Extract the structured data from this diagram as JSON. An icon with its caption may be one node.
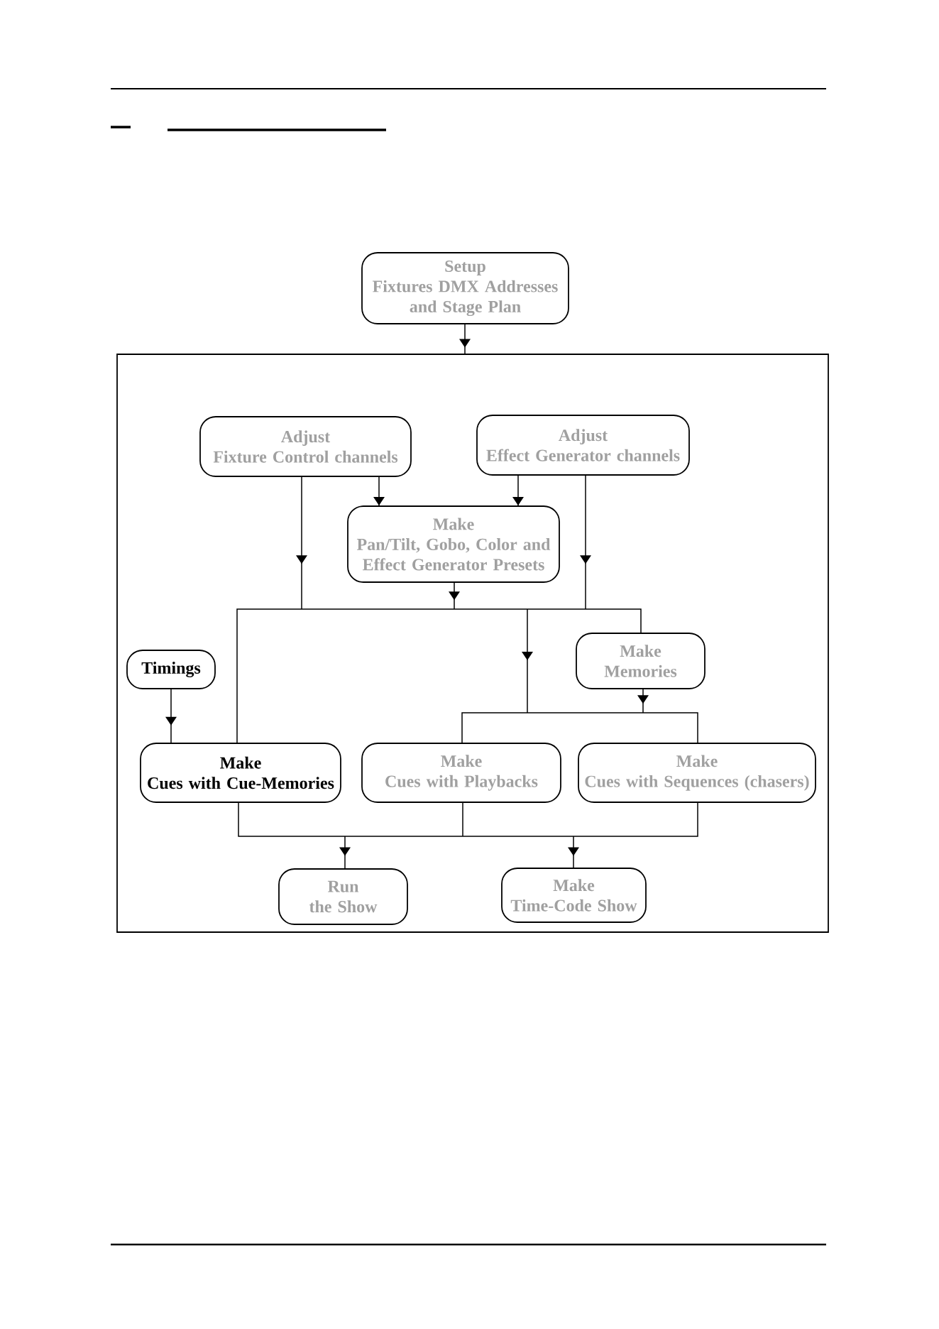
{
  "diagram": {
    "nodes": [
      {
        "text": [
          "Setup",
          "Fixtures DMX Addresses and Stage Plan"
        ]
      },
      {
        "text": [],
        "shape": "box"
      },
      {
        "text": [
          "Adjust",
          "Fixture Control channels"
        ],
        "in": 1
      },
      {
        "text": [
          "Adjust",
          "Effect Generator channels"
        ],
        "in": 1
      },
      {
        "text": [
          "Make",
          "Pan/Tilt, Gobo, Color and Effect Generator Presets"
        ],
        "in": 1
      },
      {
        "text": [
          "Make",
          "Memories"
        ],
        "in": 1
      },
      {
        "text": [
          "Timings"
        ],
        "in": 1
      },
      {
        "text": [
          "Make",
          "Cues with Cue-Memories"
        ],
        "in": 1
      },
      {
        "text": [
          "Make",
          "Cues with Playbacks"
        ],
        "in": 1
      },
      {
        "text": [
          "Make",
          "Cues with Sequences (chasers)"
        ],
        "in": 1
      },
      {
        "text": [
          "Run",
          "the Show"
        ],
        "in": 1
      },
      {
        "text": [
          "Make",
          "Time-Code Show"
        ],
        "in": 1
      }
    ],
    "edges": [
      {
        "from": 0,
        "to": 1,
        "arrow": "to"
      },
      {
        "from": 2,
        "to": 4,
        "arrow": "to"
      },
      {
        "from": 3,
        "to": 4,
        "arrow": "to"
      },
      {
        "from": 2,
        "to": 7,
        "arrow": "to"
      },
      {
        "from": 2,
        "to": 5,
        "arrow": "to"
      },
      {
        "from": 2,
        "to": 8,
        "arrow": "to"
      },
      {
        "from": 2,
        "to": 9,
        "arrow": "to"
      },
      {
        "from": 3,
        "to": 7,
        "arrow": "to"
      },
      {
        "from": 3,
        "to": 5,
        "arrow": "to"
      },
      {
        "from": 3,
        "to": 8,
        "arrow": "to"
      },
      {
        "from": 3,
        "to": 9,
        "arrow": "to"
      },
      {
        "from": 4,
        "to": 7,
        "arrow": "to"
      },
      {
        "from": 4,
        "to": 5,
        "arrow": "to"
      },
      {
        "from": 4,
        "to": 8,
        "arrow": "to"
      },
      {
        "from": 4,
        "to": 9,
        "arrow": "to"
      },
      {
        "from": 5,
        "to": 8,
        "arrow": "to"
      },
      {
        "from": 5,
        "to": 9,
        "arrow": "to"
      },
      {
        "from": 6,
        "to": 7,
        "arrow": "to"
      },
      {
        "from": 7,
        "to": 10,
        "arrow": "to"
      },
      {
        "from": 7,
        "to": 11,
        "arrow": "to"
      },
      {
        "from": 8,
        "to": 10,
        "arrow": "to"
      },
      {
        "from": 8,
        "to": 11,
        "arrow": "to"
      },
      {
        "from": 9,
        "to": 10,
        "arrow": "to"
      },
      {
        "from": 9,
        "to": 11,
        "arrow": "to"
      }
    ]
  }
}
